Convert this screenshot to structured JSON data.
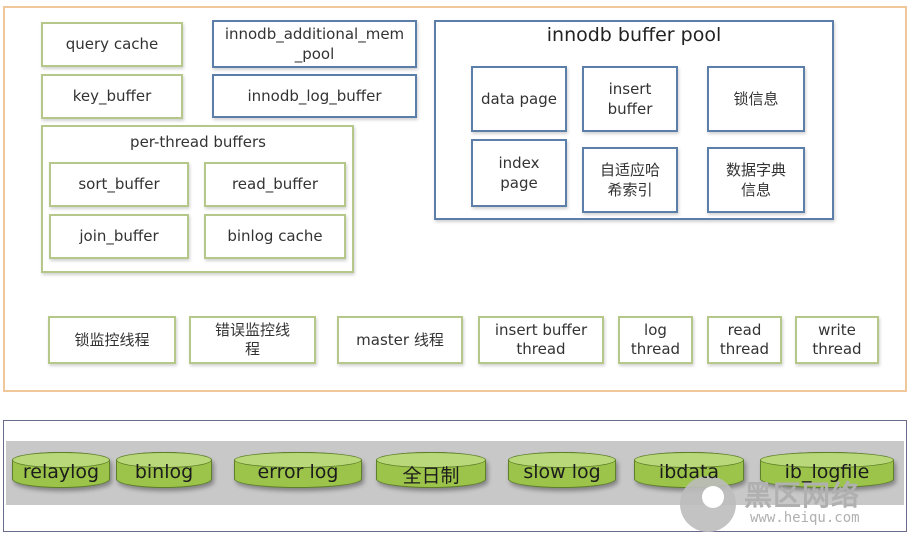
{
  "memory": {
    "query_cache": "query cache",
    "key_buffer": "key_buffer",
    "innodb_additional_mem_pool": "innodb_additional_mem\n_pool",
    "innodb_log_buffer": "innodb_log_buffer",
    "per_thread": {
      "title": "per-thread buffers",
      "sort_buffer": "sort_buffer",
      "read_buffer": "read_buffer",
      "join_buffer": "join_buffer",
      "binlog_cache": "binlog cache"
    },
    "buffer_pool": {
      "title": "innodb buffer pool",
      "data_page": "data page",
      "insert_buffer": "insert\nbuffer",
      "lock_info": "锁信息",
      "index_page": "index\npage",
      "adaptive_hash": "自适应哈\n希索引",
      "dict_info": "数据字典\n信息"
    },
    "threads": {
      "lock_monitor": "锁监控线程",
      "error_monitor": "错误监控线\n程",
      "master": "master 线程",
      "insert_buffer": "insert buffer\nthread",
      "log": "log\nthread",
      "read": "read\nthread",
      "write": "write\nthread"
    }
  },
  "files": {
    "relaylog": "relaylog",
    "binlog": "binlog",
    "error_log": "error log",
    "full_log": "全日制",
    "slow_log": "slow log",
    "ibdata": "ibdata",
    "ib_logfile": "ib_logfile"
  },
  "watermark": {
    "brand": "黑区网络",
    "url": "www.heiqu.com"
  },
  "colors": {
    "green_border": "#b5c88a",
    "blue_border": "#5b7fa8",
    "outer_border": "#f0c79a",
    "cylinder": "#9cc44a"
  }
}
